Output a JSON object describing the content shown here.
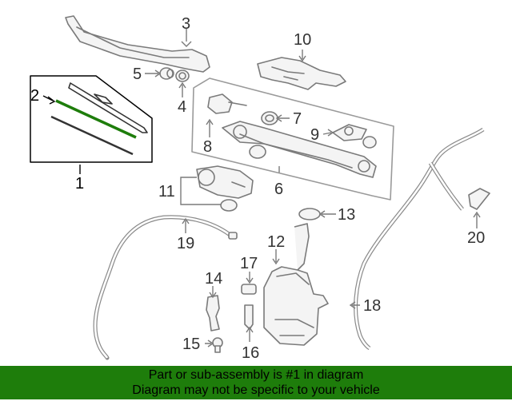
{
  "callouts": {
    "c1": "1",
    "c2": "2",
    "c3": "3",
    "c4": "4",
    "c5": "5",
    "c6": "6",
    "c7": "7",
    "c8": "8",
    "c9": "9",
    "c10": "10",
    "c11": "11",
    "c12": "12",
    "c13": "13",
    "c14": "14",
    "c15": "15",
    "c16": "16",
    "c17": "17",
    "c18": "18",
    "c19": "19",
    "c20": "20"
  },
  "banner": {
    "line1": "Part or sub-assembly is #1 in diagram",
    "line2": "Diagram may not be specific to your vehicle"
  },
  "colors": {
    "banner_bg": "#1e7d0b",
    "highlight_part": "#1e7d0b",
    "part_stroke": "#7a7a7a"
  }
}
